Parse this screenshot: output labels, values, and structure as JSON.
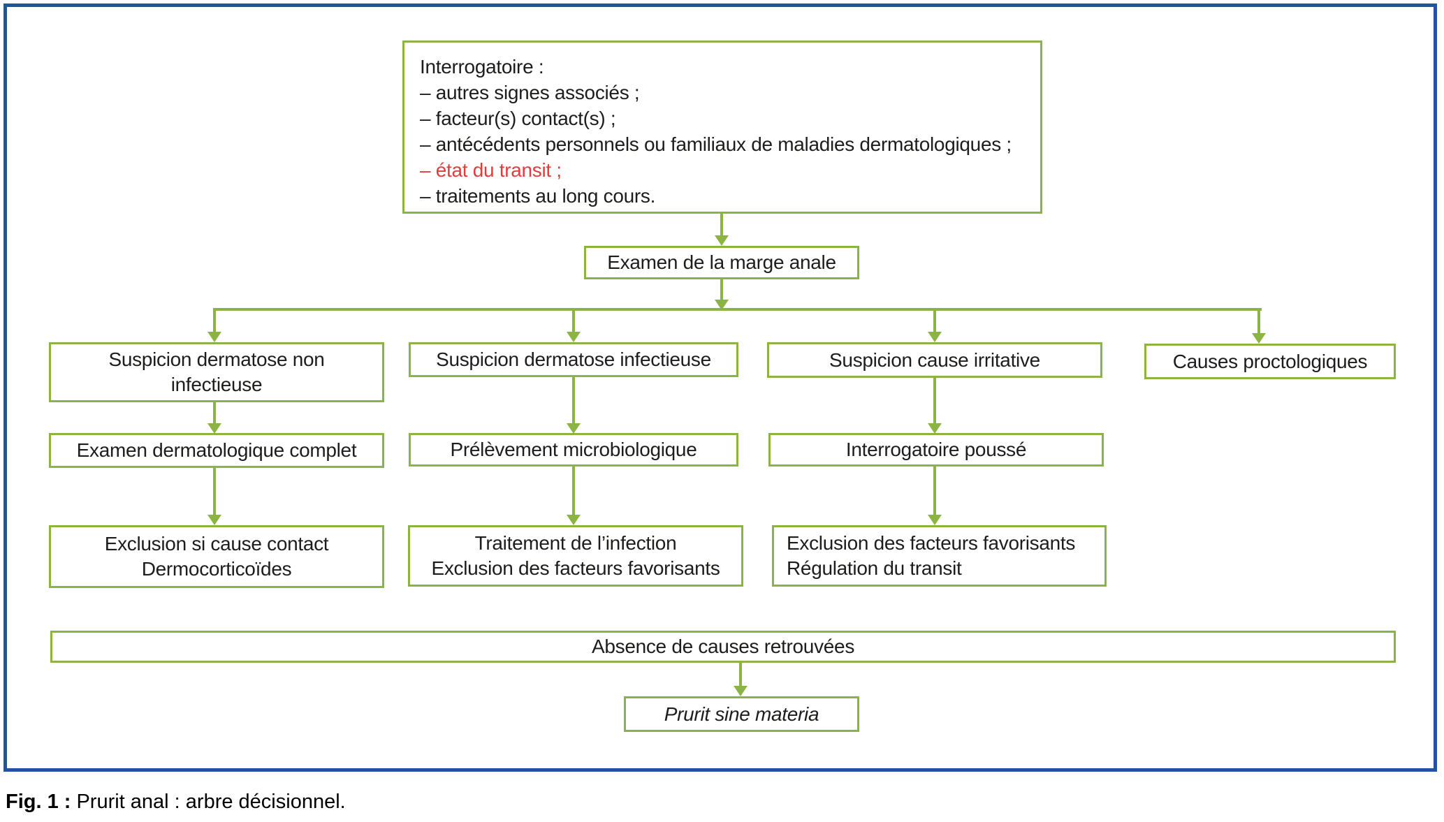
{
  "figure": {
    "caption": {
      "label": "Fig. 1 :",
      "text": "Prurit anal : arbre décisionnel."
    }
  },
  "colors": {
    "box_green": "#8cb442",
    "frame_blue": "#2452a1",
    "highlight_red": "#e23b3c",
    "text_black": "#1d1d1b"
  },
  "interrogatoire": {
    "title": "Interrogatoire :",
    "items": [
      "– autres signes associés ;",
      "– facteur(s) contact(s) ;",
      "– antécédents personnels ou familiaux de maladies dermatologiques ;",
      "– état du transit ;",
      "– traitements au long cours."
    ],
    "red_item_index": 3
  },
  "nodes": {
    "examen_marge": "Examen de la marge anale",
    "suspicion_dermatose_non_infectieuse": "Suspicion dermatose non\ninfectieuse",
    "suspicion_dermatose_infectieuse": "Suspicion dermatose infectieuse",
    "suspicion_cause_irritative": "Suspicion cause irritative",
    "causes_proctologiques": "Causes proctologiques",
    "examen_dermatologique": "Examen dermatologique complet",
    "prelevement_microbiologique": "Prélèvement microbiologique",
    "interrogatoire_pousse": "Interrogatoire poussé",
    "exclusion_cause_contact": "Exclusion si cause contact\nDermocorticoïdes",
    "traitement_infection": "Traitement de l’infection\nExclusion des facteurs favorisants",
    "exclusion_facteurs_favorisants": "Exclusion des facteurs favorisants\nRégulation du transit",
    "absence_causes": "Absence de causes retrouvées",
    "prurit_sine_materia": "Prurit sine materia"
  }
}
